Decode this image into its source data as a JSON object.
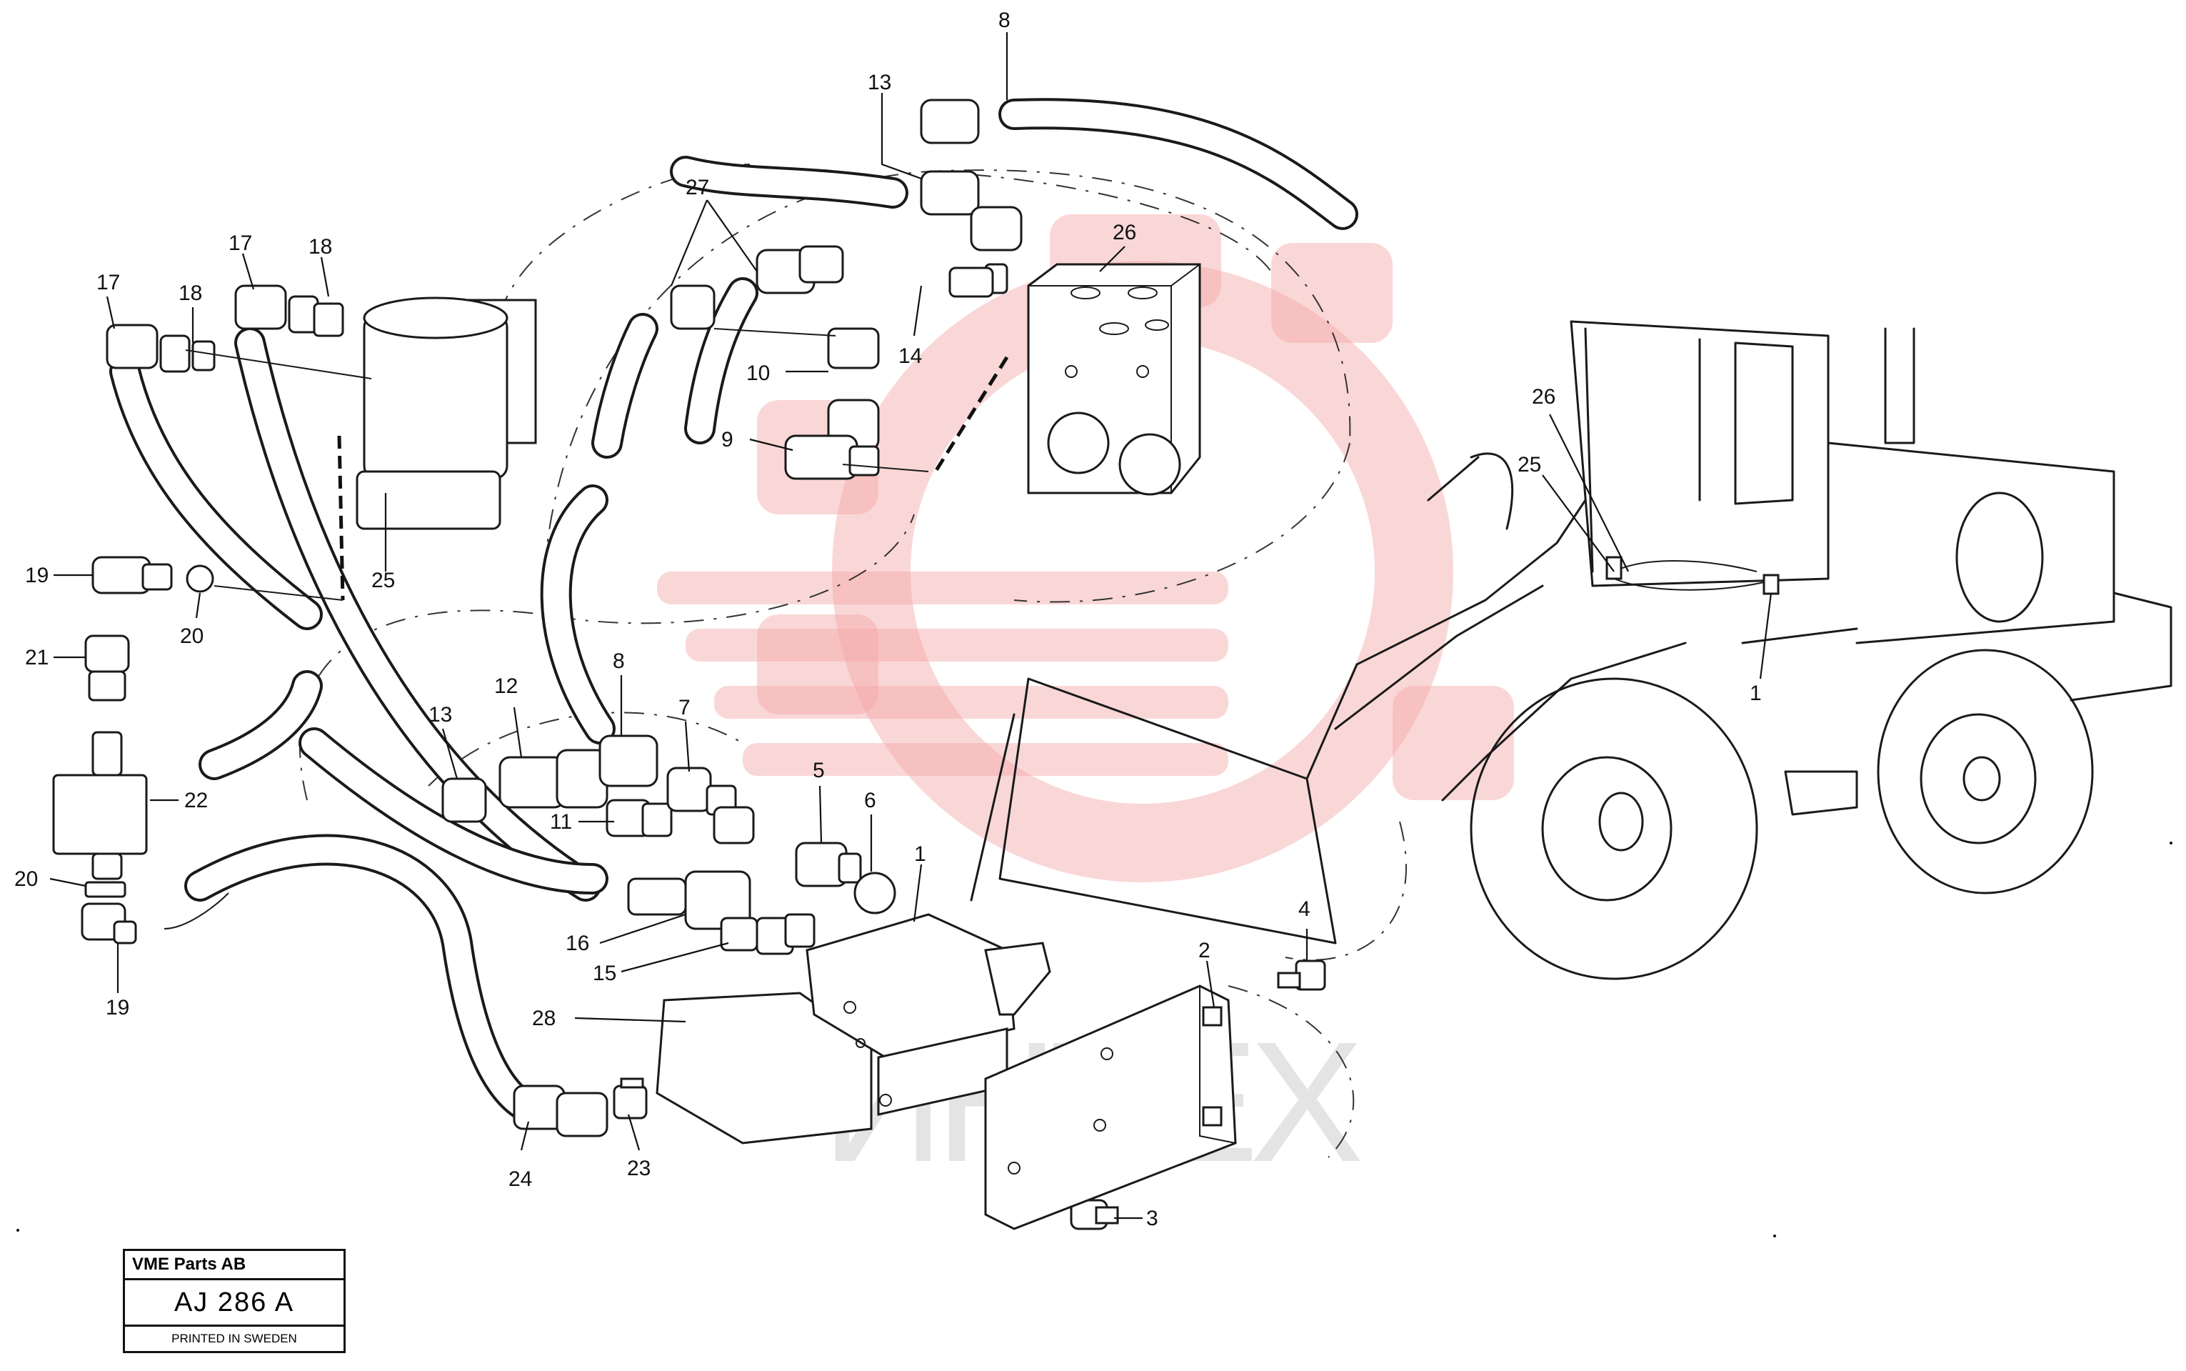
{
  "callouts": {
    "c8_top": "8",
    "c13_top": "13",
    "c27": "27",
    "c26_top": "26",
    "c17_a": "17",
    "c17_b": "17",
    "c18_a": "18",
    "c18_b": "18",
    "c10": "10",
    "c14": "14",
    "c9": "9",
    "c25_left": "25",
    "c19_top": "19",
    "c20_top": "20",
    "c21": "21",
    "c22": "22",
    "c20_bottom": "20",
    "c19_bottom": "19",
    "c13_mid": "13",
    "c12": "12",
    "c8_mid": "8",
    "c7": "7",
    "c11": "11",
    "c5": "5",
    "c6": "6",
    "c1_mid": "1",
    "c16": "16",
    "c15": "15",
    "c28": "28",
    "c24": "24",
    "c23": "23",
    "c2": "2",
    "c4": "4",
    "c3": "3",
    "c26_right": "26",
    "c25_right": "25",
    "c1_right": "1"
  },
  "watermark": {
    "text": "ИНТЕХ",
    "color_red": "#f4a7a7",
    "color_gray": "#cfcfcf"
  },
  "stamp": {
    "company": "VME Parts AB",
    "code": "AJ 286 A",
    "printed": "PRINTED IN SWEDEN"
  }
}
